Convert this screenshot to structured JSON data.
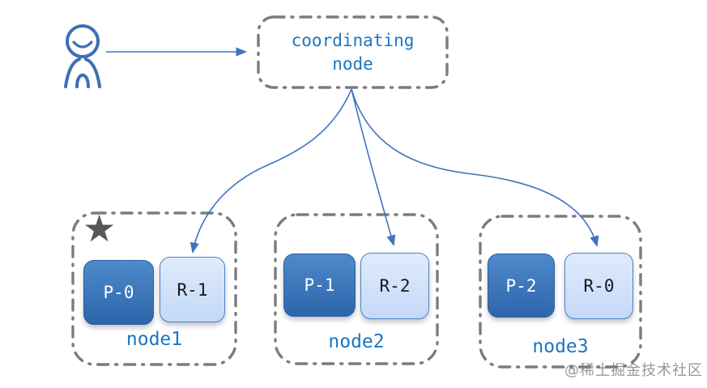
{
  "coordinator": {
    "label": "coordinating node"
  },
  "nodes": [
    {
      "label": "node1",
      "primary": "P-0",
      "replica": "R-1",
      "starred": true
    },
    {
      "label": "node2",
      "primary": "P-1",
      "replica": "R-2",
      "starred": false
    },
    {
      "label": "node3",
      "primary": "P-2",
      "replica": "R-0",
      "starred": false
    }
  ],
  "icons": {
    "user": "user-icon",
    "star_glyph": "★"
  },
  "watermark": "@稀土掘金技术社区",
  "colors": {
    "label_blue": "#1b76c3",
    "arrow_blue": "#3f74bf",
    "person_blue": "#3d6fb6",
    "primary_shard_top": "#4e8acc",
    "primary_shard_bottom": "#2e65aa",
    "replica_shard_top": "#e0ebfc",
    "replica_shard_bottom": "#c4d9f7",
    "replica_border": "#4d82c4",
    "dash_border_gray": "#7c7c7c",
    "star_gray": "#575757"
  }
}
